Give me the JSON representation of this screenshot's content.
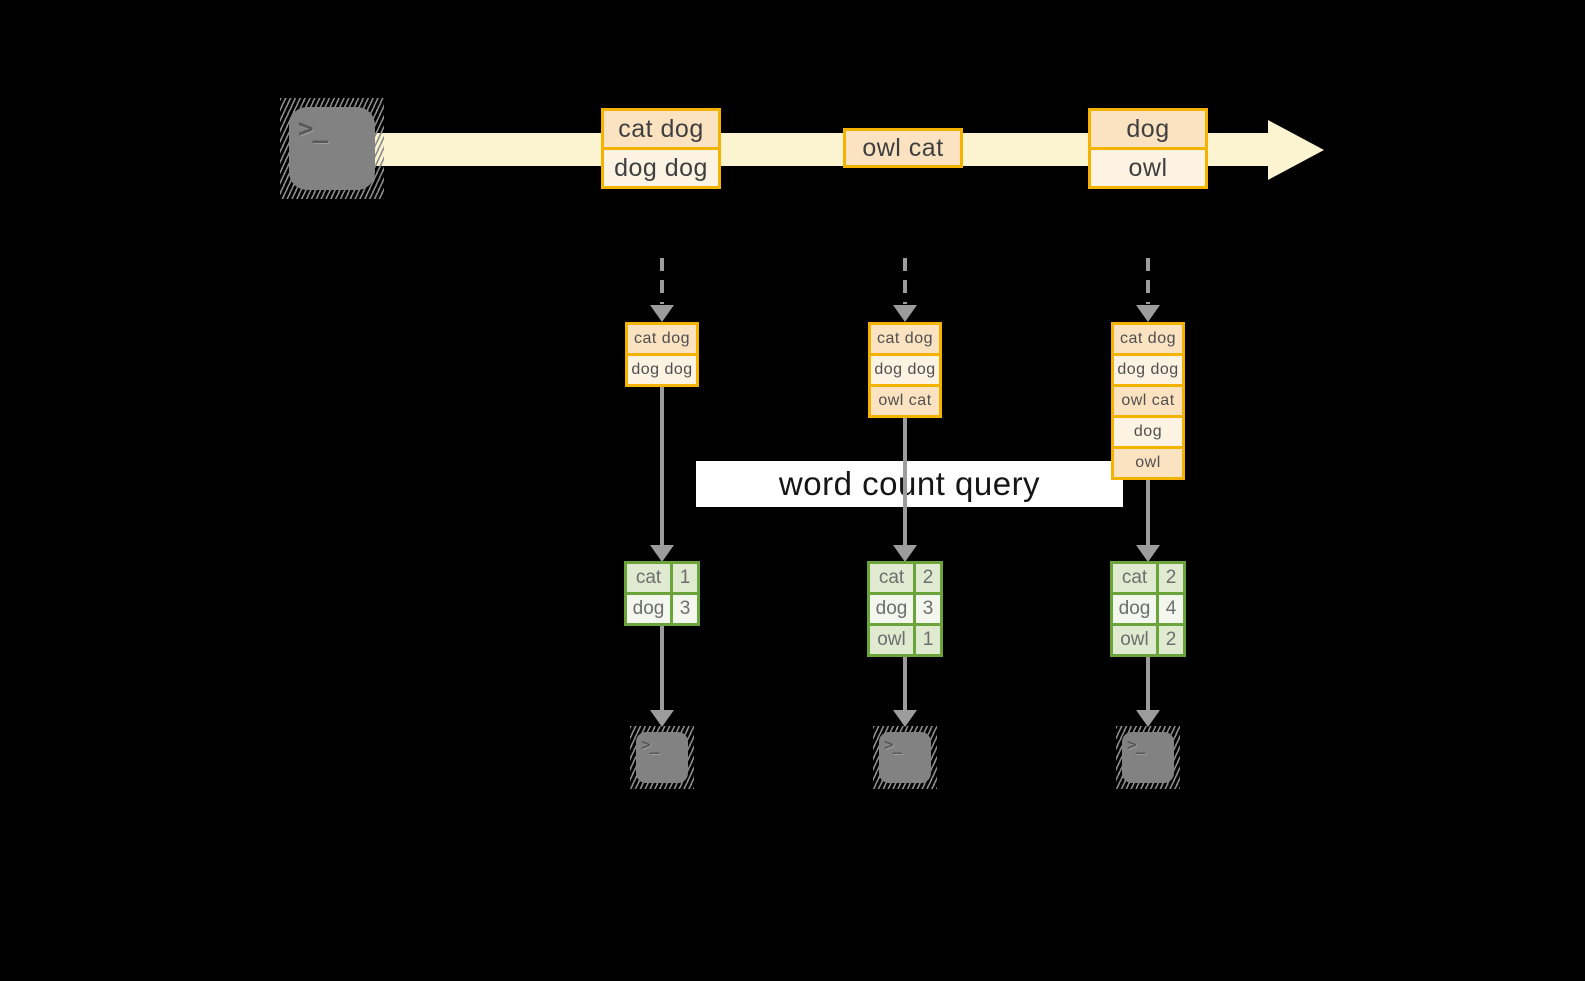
{
  "diagram": {
    "query_label": "word count query",
    "terminal_glyph": ">_"
  },
  "stream_events": [
    {
      "rows": [
        "cat dog",
        "dog dog"
      ]
    },
    {
      "rows": [
        "owl cat"
      ]
    },
    {
      "rows": [
        "dog",
        "owl"
      ]
    }
  ],
  "columns": [
    {
      "stream_snapshot": [
        "cat dog",
        "dog dog"
      ],
      "word_counts": [
        {
          "word": "cat",
          "count": "1"
        },
        {
          "word": "dog",
          "count": "3"
        }
      ]
    },
    {
      "stream_snapshot": [
        "cat dog",
        "dog dog",
        "owl cat"
      ],
      "word_counts": [
        {
          "word": "cat",
          "count": "2"
        },
        {
          "word": "dog",
          "count": "3"
        },
        {
          "word": "owl",
          "count": "1"
        }
      ]
    },
    {
      "stream_snapshot": [
        "cat dog",
        "dog dog",
        "owl cat",
        "dog",
        "owl"
      ],
      "word_counts": [
        {
          "word": "cat",
          "count": "2"
        },
        {
          "word": "dog",
          "count": "4"
        },
        {
          "word": "owl",
          "count": "2"
        }
      ]
    }
  ],
  "colors": {
    "cream": "#FCF3D1",
    "gold": "#F3B300",
    "peach-dark": "#FBE3C2",
    "peach-light": "#FDF3E3",
    "green": "#6CA43C",
    "gcell-dark": "#E0EAD1",
    "gcell-light": "#F4F7EE",
    "gray": "#9C9C9C",
    "icon-gray": "#828282",
    "hatch": "#8C8C8C",
    "glyph": "#585858",
    "label-bg": "#FFFFFF",
    "ink-label": "#161616",
    "ink-event": "#3F3F3F",
    "ink-small": "#4F4F4F",
    "ink-table": "#6E6E6E"
  }
}
